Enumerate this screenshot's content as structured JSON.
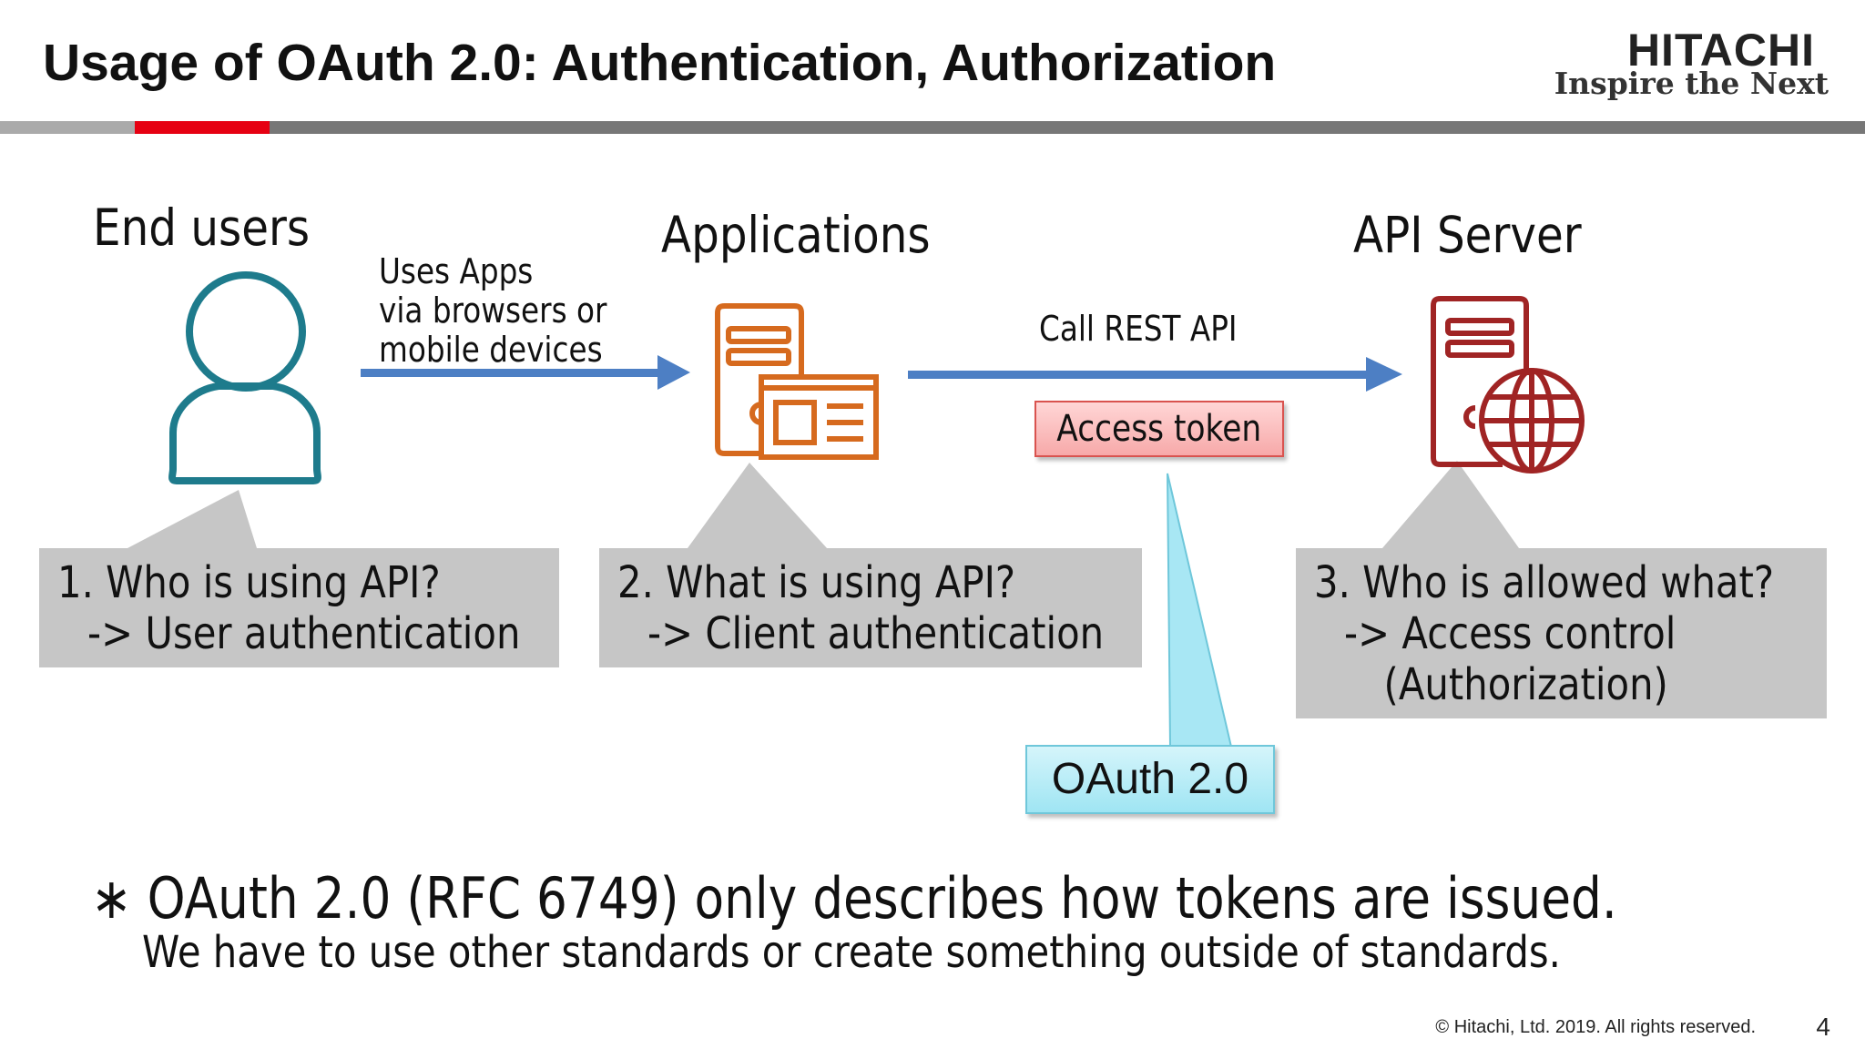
{
  "header": {
    "title": "Usage of OAuth 2.0: Authentication, Authorization",
    "logo_name": "HITACHI",
    "logo_tagline": "Inspire the Next"
  },
  "colors": {
    "accent_red": "#e60012",
    "user_icon": "#1e7b8c",
    "app_icon": "#d66a1e",
    "server_icon": "#a02424",
    "arrow_blue": "#4d7fc4",
    "callout_gray": "#c6c6c6"
  },
  "diagram": {
    "nodes": [
      {
        "heading": "End users",
        "icon": "user-icon"
      },
      {
        "heading": "Applications",
        "icon": "application-icon"
      },
      {
        "heading": "API Server",
        "icon": "api-server-icon"
      }
    ],
    "edges": [
      {
        "label_lines": [
          "Uses Apps",
          "via browsers or",
          "mobile devices"
        ]
      },
      {
        "label": "Call REST API",
        "token_label": "Access token"
      }
    ],
    "callouts": [
      {
        "line1": "1. Who is using API?",
        "line2": "-> User authentication"
      },
      {
        "line1": "2. What is using API?",
        "line2": "-> Client authentication"
      },
      {
        "line1": "3. Who is allowed what?",
        "line2": "-> Access control",
        "line3": "(Authorization)"
      }
    ],
    "oauth_label": "OAuth 2.0"
  },
  "notes": {
    "bullet": "∗",
    "line1": "OAuth 2.0 (RFC 6749) only describes how tokens are issued.",
    "line2": "We have to use other standards or create something outside of standards."
  },
  "footer": {
    "copyright": "© Hitachi, Ltd. 2019. All rights reserved.",
    "page_number": "4"
  }
}
